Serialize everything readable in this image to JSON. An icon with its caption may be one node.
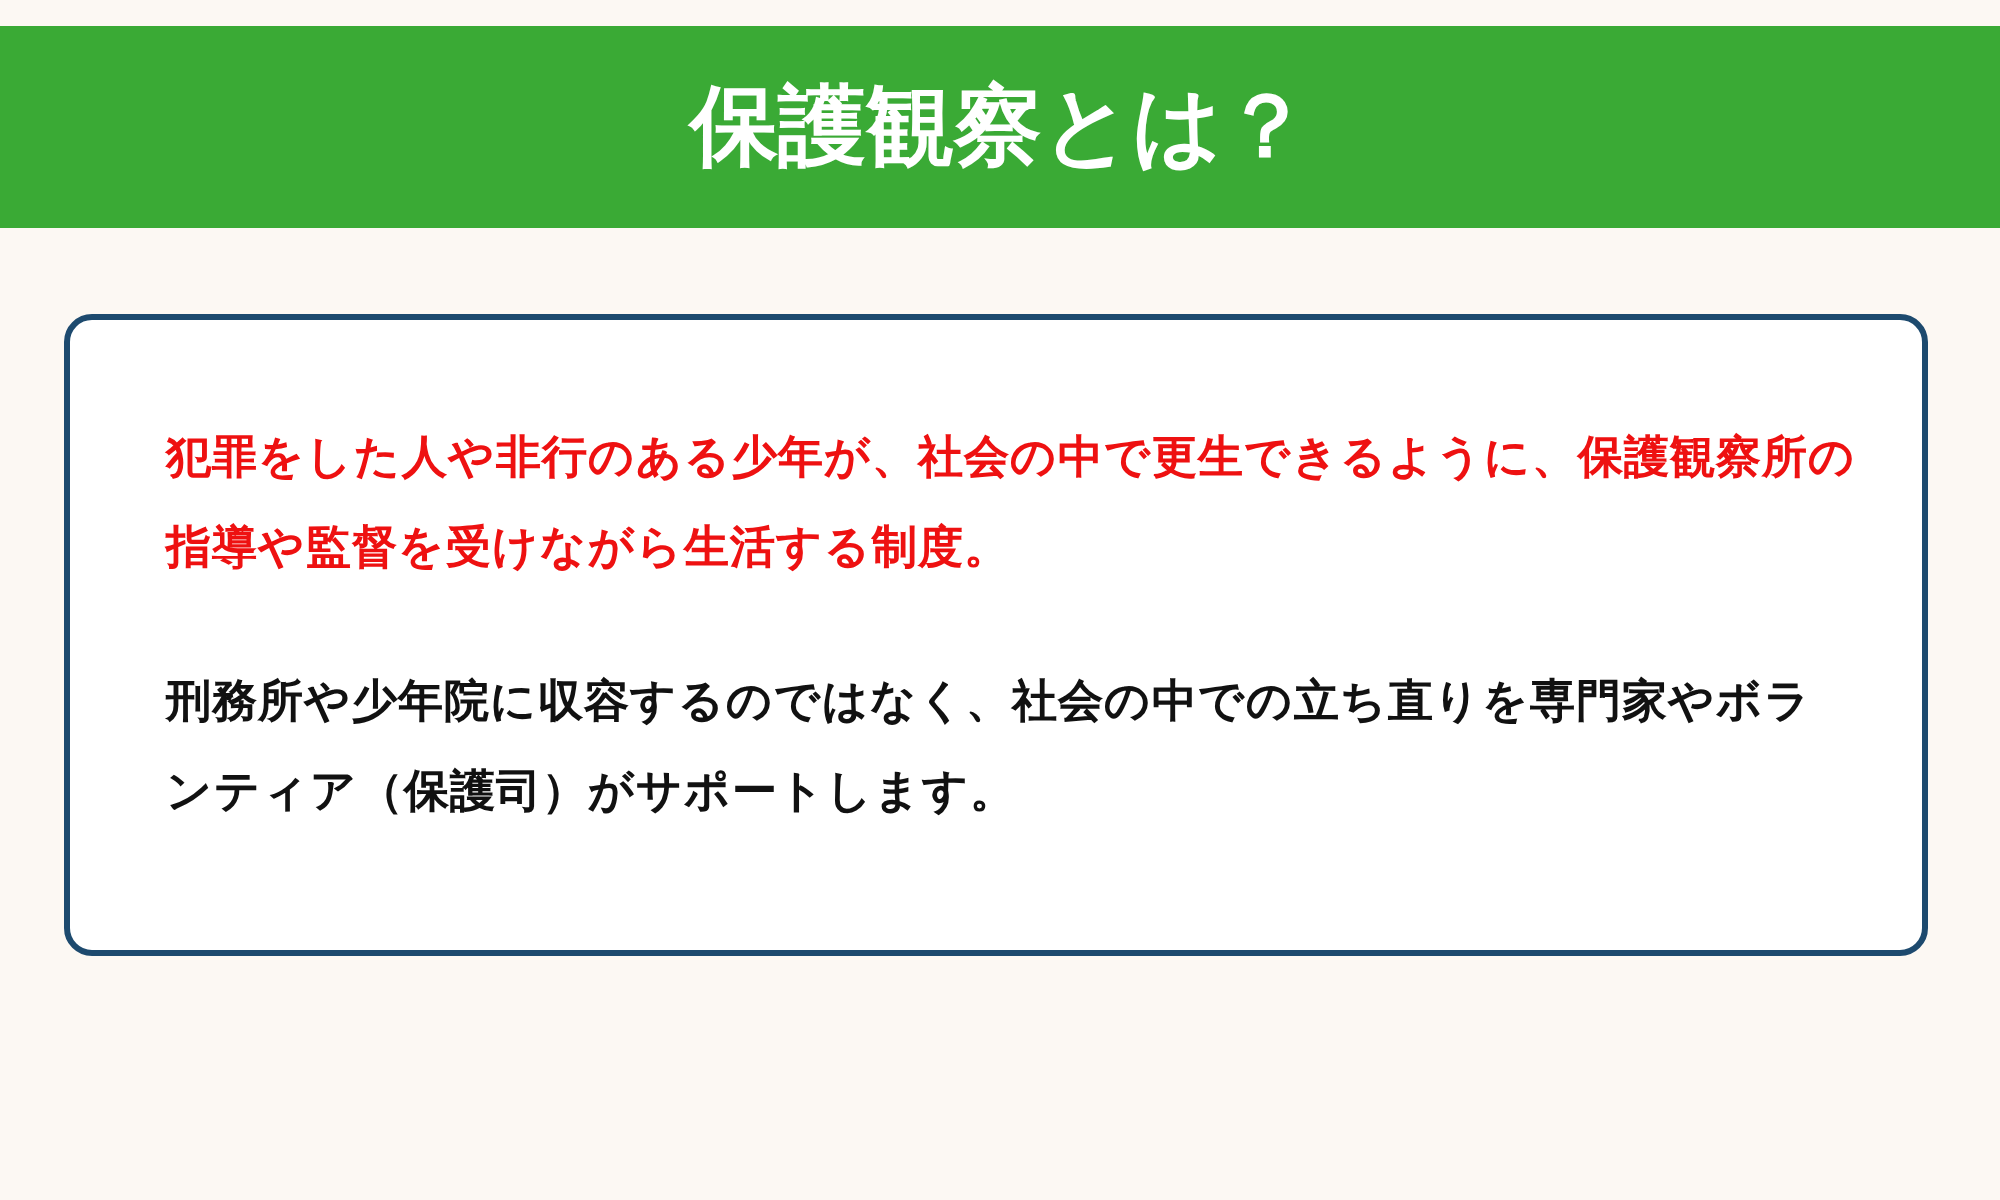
{
  "diagram": {
    "title": "保護観察とは？",
    "nodes": [
      {
        "text": [
          "犯罪をした人や非行のある少年が、社会の中で更生できるように、保護観察所の指導や監督を受けながら生活する制度。",
          "刑務所や少年院に収容するのではなく、社会の中での立ち直りを専門家やボランティア（保護司）がサポートします。"
        ]
      }
    ]
  }
}
